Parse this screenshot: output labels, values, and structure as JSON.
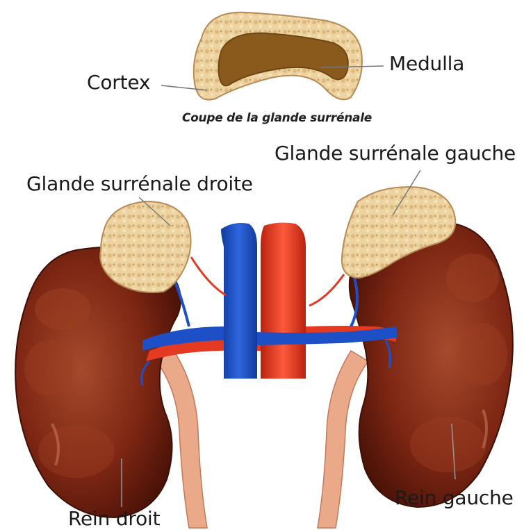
{
  "labels": {
    "cortex": "Cortex",
    "medulla": "Medulla",
    "section_caption": "Coupe de la glande surrénale",
    "adrenal_left": "Glande surrénale gauche",
    "adrenal_right": "Glande surrénale droite",
    "kidney_right": "Rein droit",
    "kidney_left": "Rein gauche"
  },
  "colors": {
    "kidney": "#7a2412",
    "kidney_highlight": "#a4452c",
    "adrenal": "#e9cf97",
    "adrenal_dark": "#c9a06a",
    "medulla": "#8a5a1c",
    "vein": "#1d4fc6",
    "artery": "#e53a22",
    "ureter": "#e7a682"
  }
}
